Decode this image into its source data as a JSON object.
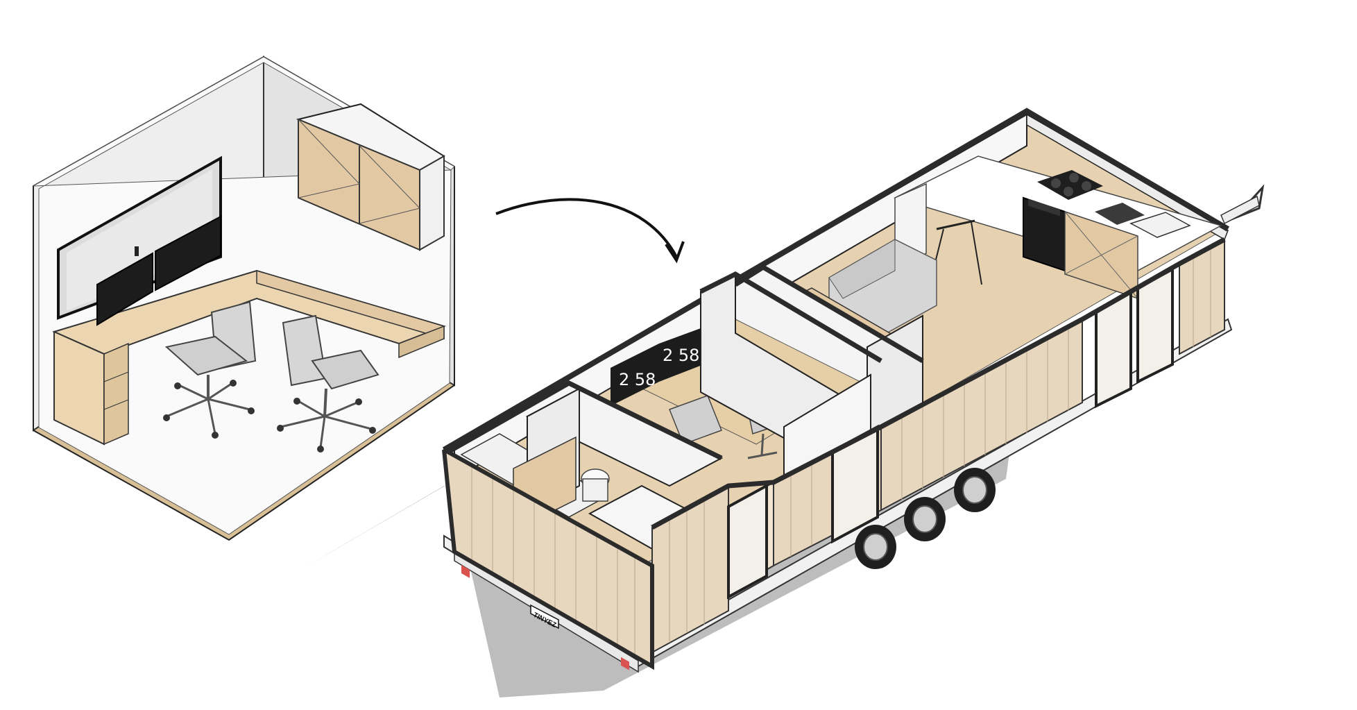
{
  "screens": {
    "left_readout": "2 58",
    "right_readout": "2 58"
  },
  "license_plate": "TINYEZ",
  "colors": {
    "wall_white": "#f4f4f4",
    "wall_light_gray": "#e6e6e6",
    "floor_wood": "#d9bf96",
    "timber_cladding": "#e8d7bf",
    "frame_black": "#2b2b2b",
    "shadow": "#bdbdbd",
    "screen_black": "#1c1c1c"
  },
  "icons": [
    "office-chair-icon",
    "arrow-icon",
    "toilet-icon",
    "cooktop-icon",
    "oven-icon",
    "sink-icon",
    "wheel-icon"
  ]
}
